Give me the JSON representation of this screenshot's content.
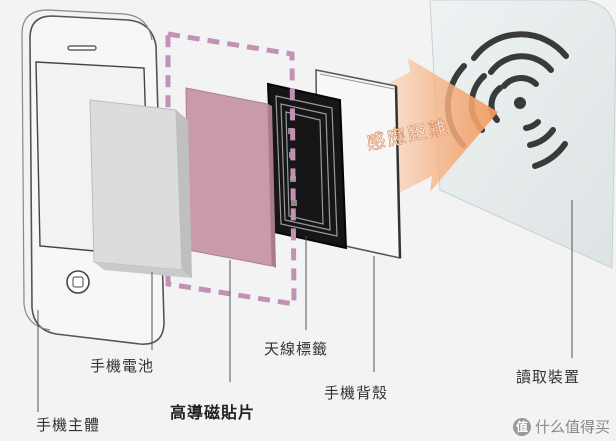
{
  "labels": {
    "phone_body": "手機主體",
    "phone_battery": "手機電池",
    "magnetic_sheet": "高導磁貼片",
    "antenna_tag": "天線標籤",
    "phone_back_cover": "手機背殼",
    "reader_device": "讀取裝置",
    "sensing_distance": "感應距離"
  },
  "watermark": {
    "badge": "值",
    "text": "什么值得买"
  },
  "colors": {
    "background": "#f3f3f3",
    "battery": "#dadada",
    "magnetic_sheet": "#c99aa8",
    "magnetic_outline": "#b58aa6",
    "antenna": "#1a1a1a",
    "reader": "#e4e9ea",
    "arrow": "#f4a067",
    "sensing_text": "#e8ecf0"
  },
  "icons": [
    "wireless-signal-icon",
    "home-button-icon"
  ]
}
